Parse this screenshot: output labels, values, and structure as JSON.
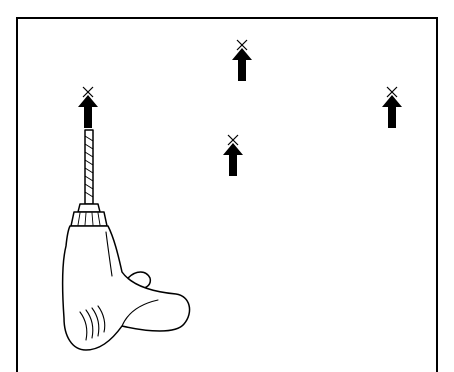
{
  "figure": {
    "frame": "open-bottom-border",
    "stroke_color": "#000000",
    "fill_color": "#ffffff"
  },
  "markers": [
    {
      "name": "drill-mark-left",
      "icon": "x-mark-with-up-arrow"
    },
    {
      "name": "drill-mark-top",
      "icon": "x-mark-with-up-arrow"
    },
    {
      "name": "drill-mark-right",
      "icon": "x-mark-with-up-arrow"
    },
    {
      "name": "drill-mark-center",
      "icon": "x-mark-with-up-arrow"
    }
  ],
  "tool": {
    "name": "power-drill",
    "icon": "drill-icon"
  }
}
